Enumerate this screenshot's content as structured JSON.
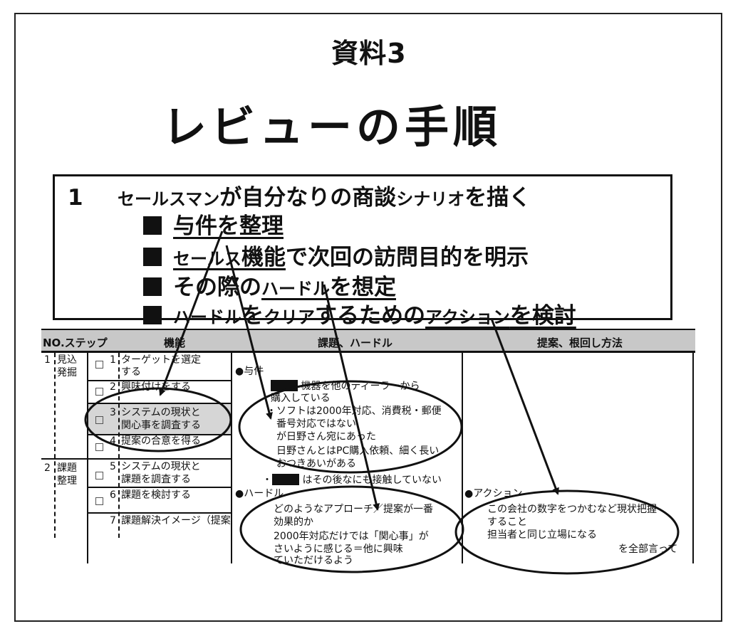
{
  "doc_label": "資料3",
  "title": "レビューの手順",
  "step": {
    "number": "1",
    "text_small_1": "セールスマン",
    "text_1": "が自分なりの商談",
    "text_small_2": "シナリオ",
    "text_2": "を描く"
  },
  "bullets": [
    {
      "parts": [
        {
          "t": "与件を整理",
          "u": true
        }
      ]
    },
    {
      "parts": [
        {
          "t": "セールス",
          "u": true,
          "s": true
        },
        {
          "t": "機能",
          "u": true
        },
        {
          "t": "で次回の訪問目的を明示"
        }
      ]
    },
    {
      "parts": [
        {
          "t": "その際の"
        },
        {
          "t": "ハードル",
          "u": true,
          "s": true
        },
        {
          "t": "を想定",
          "u": true
        }
      ]
    },
    {
      "parts": [
        {
          "t": "ハードル",
          "s": true
        },
        {
          "t": "を"
        },
        {
          "t": "クリア",
          "s": true
        },
        {
          "t": "するための"
        },
        {
          "t": "アクション",
          "u": true,
          "s": true
        },
        {
          "t": "を検討",
          "u": true
        }
      ]
    }
  ],
  "table": {
    "headers": {
      "step": "NO.ステップ",
      "func": "機能",
      "issue": "課題、ハードル",
      "proposal": "提案、根回し方法"
    },
    "groups": [
      {
        "no": "1",
        "name1": "見込",
        "name2": "発掘"
      },
      {
        "no": "2",
        "name1": "課題",
        "name2": "整理"
      }
    ],
    "functions": [
      {
        "no": "1",
        "line1": "ターゲットを選定",
        "line2": "する"
      },
      {
        "no": "2",
        "line1": "興味付けをする",
        "line2": ""
      },
      {
        "no": "3",
        "line1": "システムの現状と",
        "line2": "関心事を調査する"
      },
      {
        "no": "4",
        "line1": "提案の合意を得る",
        "line2": ""
      },
      {
        "no": "5",
        "line1": "システムの現状と",
        "line2": "課題を調査する"
      },
      {
        "no": "6",
        "line1": "課題を検討する",
        "line2": ""
      },
      {
        "no": "7",
        "line1": "課題解決イメージ（提案",
        "line2": ""
      }
    ],
    "issue_section1": "●与件",
    "issue_lines1": [
      "機器を他のディーラーから",
      "購入している",
      "・ソフトは2000年対応、消費税・郵便",
      "番号対応ではない",
      "が日野さん宛にあった",
      "日野さんとはPC購入依頼、細く長い",
      "おつきあいがある",
      "はその後なにも接触していない"
    ],
    "issue_section2": "●ハードル",
    "issue_lines2": [
      "どのようなアプローチ／提案が一番",
      "効果的か",
      "2000年対応だけでは「関心事」が",
      "さいように感じる＝他に興味",
      "ていただけるよう"
    ],
    "proposal_section": "●アクション",
    "proposal_lines": [
      "この会社の数字をつかむなど現状把握",
      "すること",
      "担当者と同じ立場になる",
      "を全部言って"
    ]
  }
}
